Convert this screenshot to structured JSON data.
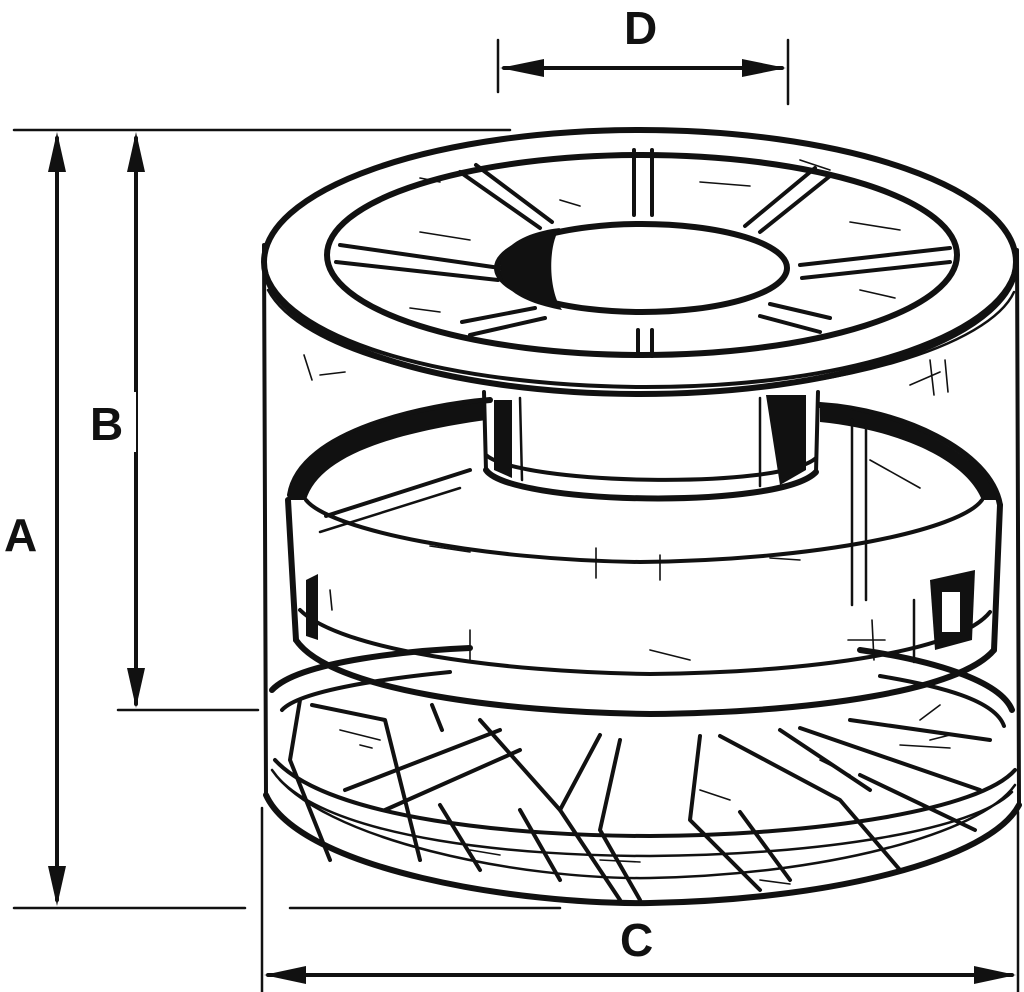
{
  "figure": {
    "labels": {
      "A": "A",
      "B": "B",
      "C": "C",
      "D": "D"
    },
    "colors": {
      "ink": "#111111",
      "paper": "#ffffff"
    }
  }
}
